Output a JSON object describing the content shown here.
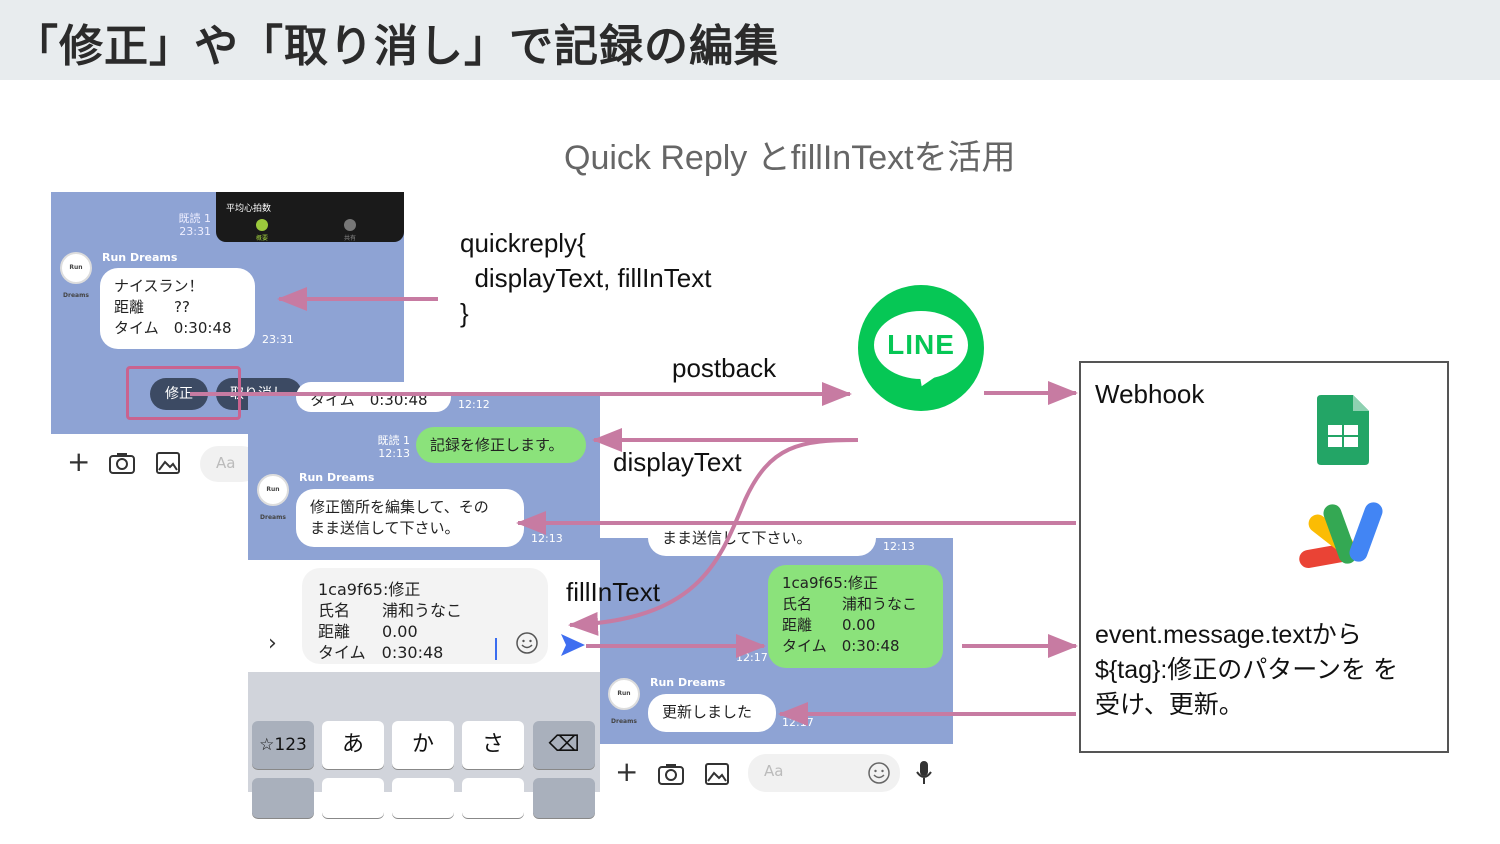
{
  "header": {
    "title": "「修正」や「取り消し」で記録の編集"
  },
  "subtitle": "Quick Reply とfillInTextを活用",
  "phone1": {
    "read_label": "既読 1",
    "read_time": "23:31",
    "dark_banner_text": "平均心拍数",
    "dark_tab_a": "概要",
    "dark_tab_b": "共有",
    "sender": "Run Dreams",
    "avatar_text": "Run Dreams",
    "message": "ナイスラン！\n距離　　??\nタイム　0:30:48",
    "message_time": "23:31",
    "quick_reply_fix": "修正",
    "quick_reply_cancel": "取り消し",
    "input_placeholder": "Aa"
  },
  "phone2": {
    "top_partial": "タイム　0:30:48",
    "top_time": "12:12",
    "read_label": "既読 1",
    "read_time": "12:13",
    "my_message": "記録を修正します。",
    "sender": "Run Dreams",
    "avatar_text": "Run Dreams",
    "bot_message": "修正箇所を編集して、その\nまま送信して下さい。",
    "bot_time": "12:13",
    "input_text": "1ca9f65:修正\n氏名　　浦和うなこ\n距離　　0.00\nタイム　0:30:48",
    "keys": [
      "☆123",
      "あ",
      "か",
      "さ",
      "⌫"
    ]
  },
  "phone3": {
    "top_partial": "まま送信して下さい。",
    "top_time": "12:13",
    "my_message": "1ca9f65:修正\n氏名　　浦和うなこ\n距離　　0.00\nタイム　0:30:48",
    "my_time": "12:17",
    "sender": "Run Dreams",
    "avatar_text": "Run Dreams",
    "bot_message": "更新しました",
    "bot_time": "12:17",
    "input_placeholder": "Aa"
  },
  "annotations": {
    "quickreply": "quickreply{\n  displayText, fillInText\n}",
    "postback": "postback",
    "displaytext": "displayText",
    "fillintext": "fillInText",
    "webhook": "Webhook",
    "event_desc": "event.message.textから\n${tag}:修正のパターンを を\n受け、更新。"
  },
  "logo": {
    "line_text": "LINE"
  },
  "colors": {
    "arrow": "#c77ba2",
    "line_green": "#06c755",
    "chat_bg": "#8ea3d4",
    "bubble_green": "#8be27b",
    "highlight": "#c9638f"
  }
}
